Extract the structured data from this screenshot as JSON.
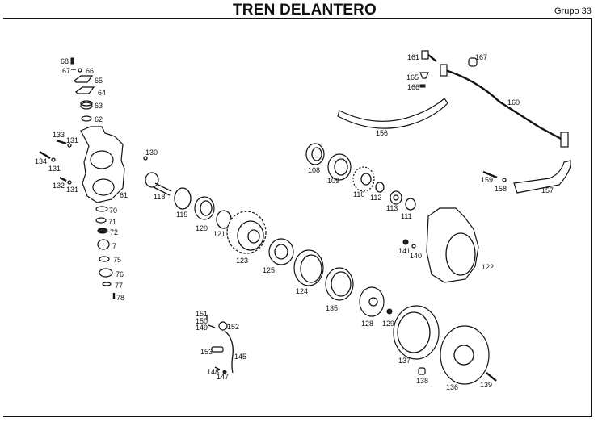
{
  "header": {
    "title": "TREN DELANTERO",
    "group": "Grupo 33"
  },
  "diagram": {
    "type": "exploded-parts-view",
    "colors": {
      "ink": "#111111",
      "paper": "#ffffff"
    },
    "labels": {
      "p68": "68",
      "p67": "67",
      "p66": "66",
      "p65": "65",
      "p64": "64",
      "p63": "63",
      "p62": "62",
      "p133": "133",
      "p131a": "131",
      "p134": "134",
      "p131b": "131",
      "p132": "132",
      "p131c": "131",
      "p61": "61",
      "p70": "70",
      "p71": "71",
      "p72": "72",
      "p7": "7",
      "p75": "75",
      "p76": "76",
      "p77": "77",
      "p78": "78",
      "p130": "130",
      "p118": "118",
      "p119": "119",
      "p120": "120",
      "p121": "121",
      "p123": "123",
      "p125": "125",
      "p124": "124",
      "p135": "135",
      "p128": "128",
      "p129": "129",
      "p108": "108",
      "p109": "109",
      "p110": "110",
      "p112": "112",
      "p113": "113",
      "p111": "111",
      "p156": "156",
      "p161": "161",
      "p165": "165",
      "p166": "166",
      "p167": "167",
      "p160": "160",
      "p159": "159",
      "p158": "158",
      "p157": "157",
      "p141": "141",
      "p140": "140",
      "p122": "122",
      "p151": "151",
      "p150": "150",
      "p149": "149",
      "p152": "152",
      "p153": "153",
      "p145": "145",
      "p148": "148",
      "p147": "147",
      "p137": "137",
      "p138": "138",
      "p136": "136",
      "p139": "139"
    }
  }
}
